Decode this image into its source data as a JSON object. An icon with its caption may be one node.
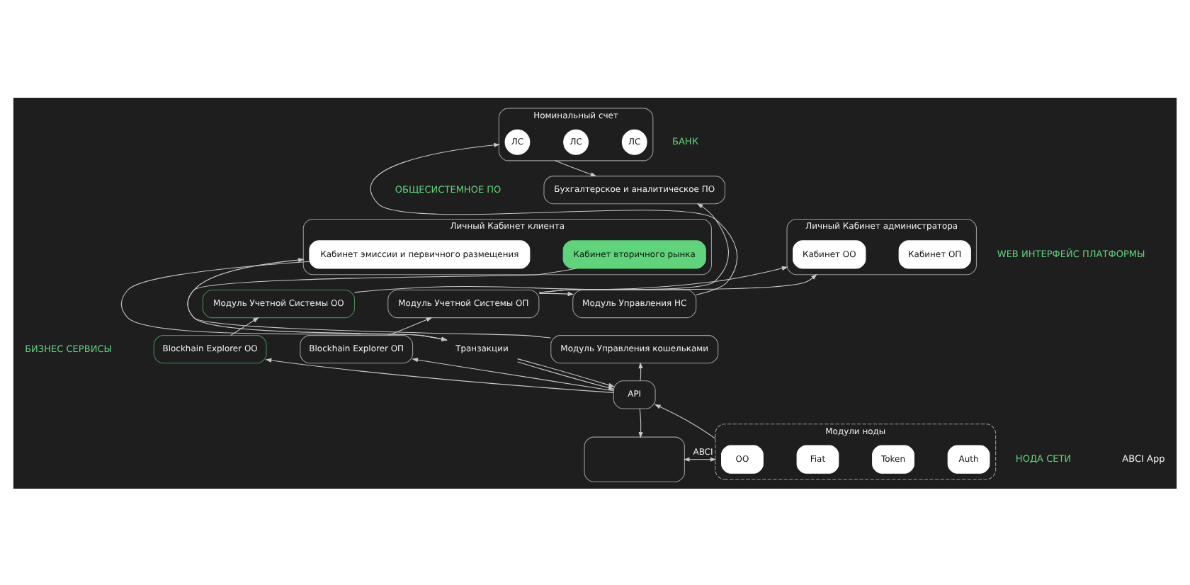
{
  "diagram": {
    "nodes": [
      {
        "text": [
          "Номинальный счет"
        ]
      },
      {
        "text": [
          "ЛС"
        ],
        "in": 0
      },
      {
        "text": [
          "ЛС"
        ],
        "in": 0
      },
      {
        "text": [
          "ЛС"
        ],
        "in": 0
      },
      {
        "text": [
          "Бухгалтерское и аналитическое ПО"
        ]
      },
      {
        "text": [
          "Личный Кабинет администратора"
        ]
      },
      {
        "text": [
          "Кабинет ОО"
        ],
        "in": 5
      },
      {
        "text": [
          "Кабинет ОП"
        ],
        "in": 5
      },
      {
        "text": [
          "Личный Кабинет клиента"
        ]
      },
      {
        "text": [
          "Кабинет эмиссии и первичного размещения"
        ],
        "in": 8
      },
      {
        "text": [
          "Кабинет вторичного рынка"
        ],
        "in": 8
      },
      {
        "text": [
          "Модуль Учетной Системы ОО"
        ]
      },
      {
        "text": [
          "Модуль Учетной Системы ОП"
        ]
      },
      {
        "text": [
          "Модуль Управления НС"
        ]
      },
      {
        "text": [
          "Blockhain Explorer ОО"
        ]
      },
      {
        "text": [
          "Blockhain Explorer ОП"
        ]
      },
      {
        "text": [
          "Транзакции"
        ]
      },
      {
        "text": [
          "Модуль Управления кошельками"
        ]
      },
      {
        "text": [
          "API"
        ]
      },
      {
        "text": [
          "Модули ноды"
        ]
      },
      {
        "text": [
          "ОО"
        ],
        "in": 19
      },
      {
        "text": [
          "Fiat"
        ],
        "in": 19
      },
      {
        "text": [
          "Token"
        ],
        "in": 19
      },
      {
        "text": [
          "Auth"
        ],
        "in": 19
      },
      {
        "text": [],
        "shape": "box"
      }
    ],
    "edges": [
      {
        "from": 0,
        "to": 4,
        "arrow": "to"
      },
      {
        "from": 12,
        "to": 4,
        "arrow": "to"
      },
      {
        "from": 11,
        "to": 5,
        "arrow": "to"
      },
      {
        "from": 12,
        "to": 5,
        "arrow": "to"
      },
      {
        "from": 12,
        "to": 13,
        "arrow": "to"
      },
      {
        "from": 13,
        "to": 0,
        "arrow": "to"
      },
      {
        "from": 14,
        "to": 11,
        "arrow": "to"
      },
      {
        "from": 15,
        "to": 12,
        "arrow": "to"
      },
      {
        "from": 9,
        "to": 16,
        "arrow": "to"
      },
      {
        "from": 10,
        "to": 16,
        "arrow": "to"
      },
      {
        "from": 17,
        "to": 8,
        "arrow": "to"
      },
      {
        "from": 16,
        "to": 18,
        "arrow": "to"
      },
      {
        "from": 16,
        "to": 18,
        "arrow": "to"
      },
      {
        "from": 18,
        "to": 14,
        "arrow": "to"
      },
      {
        "from": 18,
        "to": 15,
        "arrow": "to"
      },
      {
        "from": 18,
        "to": 17,
        "arrow": "to"
      },
      {
        "from": 18,
        "to": 24,
        "arrow": "to"
      },
      {
        "from": 19,
        "to": 18,
        "arrow": "to"
      },
      {
        "from": 19,
        "to": 24,
        "arrow": "both",
        "label": "ABCI"
      }
    ],
    "labels": [
      "БАНК",
      "ОБЩЕСИСТЕМНОЕ ПО",
      "WEB ИНТЕРФЕЙС ПЛАТФОРМЫ",
      "БИЗНЕС СЕРВИСЫ",
      "ABCI App",
      "НОДА СЕТИ"
    ]
  }
}
